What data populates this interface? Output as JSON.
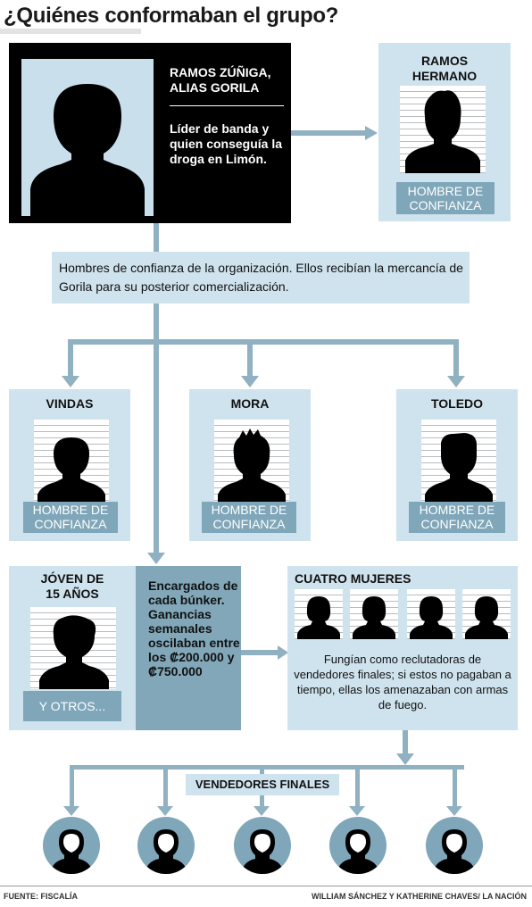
{
  "title": "¿Quiénes conformaban el grupo?",
  "colors": {
    "accent": "#7fa6b9",
    "panel": "#cfe3ee",
    "dark": "#000000"
  },
  "leader": {
    "name": "RAMOS ZÚÑIGA, ALIAS GORILA",
    "description": "Líder de banda y quien conseguía la droga en Limón."
  },
  "brother": {
    "name": "RAMOS HERMANO",
    "role": "HOMBRE DE CONFIANZA"
  },
  "trusted_note": "Hombres de confianza de la organización. Ellos recibían la mercancía de Gorila para su posterior comercialización.",
  "trusted": [
    {
      "name": "VINDAS",
      "role": "HOMBRE DE CONFIANZA"
    },
    {
      "name": "MORA",
      "role": "HOMBRE DE CONFIANZA"
    },
    {
      "name": "TOLEDO",
      "role": "HOMBRE DE CONFIANZA"
    }
  ],
  "youth": {
    "name": "JÓVEN DE 15 AÑOS",
    "badge": "Y OTROS..."
  },
  "bunker": {
    "text": "Encargados de cada búnker. Ganancias semanales oscilaban entre los ₡200.000 y ₡750.000"
  },
  "women": {
    "title": "CUATRO MUJERES",
    "text": "Fungían como reclutadoras de vendedores finales; si estos no pagaban a tiempo, ellas los amenazaban con armas de fuego."
  },
  "vendors": {
    "label": "VENDEDORES FINALES"
  },
  "footer": {
    "source": "FUENTE: FISCALÍA",
    "credit": "WILLIAM SÁNCHEZ Y KATHERINE CHAVES/ LA NACIÓN"
  },
  "icons": [
    "man-silhouette-icon",
    "woman-silhouette-icon",
    "person-avatar-icon",
    "arrow-down-icon",
    "arrow-right-icon"
  ]
}
